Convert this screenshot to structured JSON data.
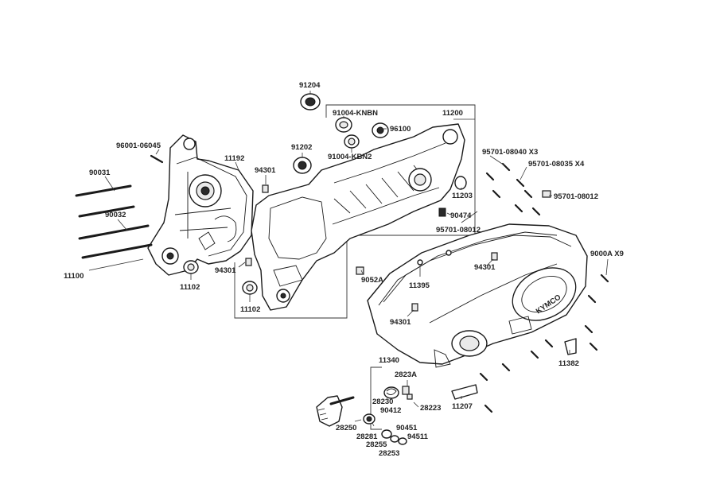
{
  "labels": {
    "p91204": "91204",
    "p91004_knbn": "91004-KNBN",
    "p11200": "11200",
    "p96100": "96100",
    "p96001_06045": "96001-06045",
    "p91202": "91202",
    "p91004_kbn2": "91004-KBN2",
    "p11192": "11192",
    "p94301_a": "94301",
    "p90031": "90031",
    "p90032": "90032",
    "p11100": "11100",
    "p11102_a": "11102",
    "p94301_b": "94301",
    "p11102_b": "11102",
    "p95701_08040": "95701-08040 X3",
    "p95701_08035": "95701-08035 X4",
    "p11203": "11203",
    "p95701_08012_a": "95701-08012",
    "p90474": "90474",
    "p95701_08012_b": "95701-08012",
    "p9052a": "9052A",
    "p11395": "11395",
    "p94301_c": "94301",
    "p9000a": "9000A X9",
    "p94301_d": "94301",
    "p11340": "11340",
    "p11382": "11382",
    "p2823a": "2823A",
    "p28230": "28230",
    "p28223": "28223",
    "p90412": "90412",
    "p11207": "11207",
    "p28250": "28250",
    "p28281": "28281",
    "p90451": "90451",
    "p28255": "28255",
    "p94511": "94511",
    "p28253": "28253"
  },
  "cover_brand": "KYMCO"
}
